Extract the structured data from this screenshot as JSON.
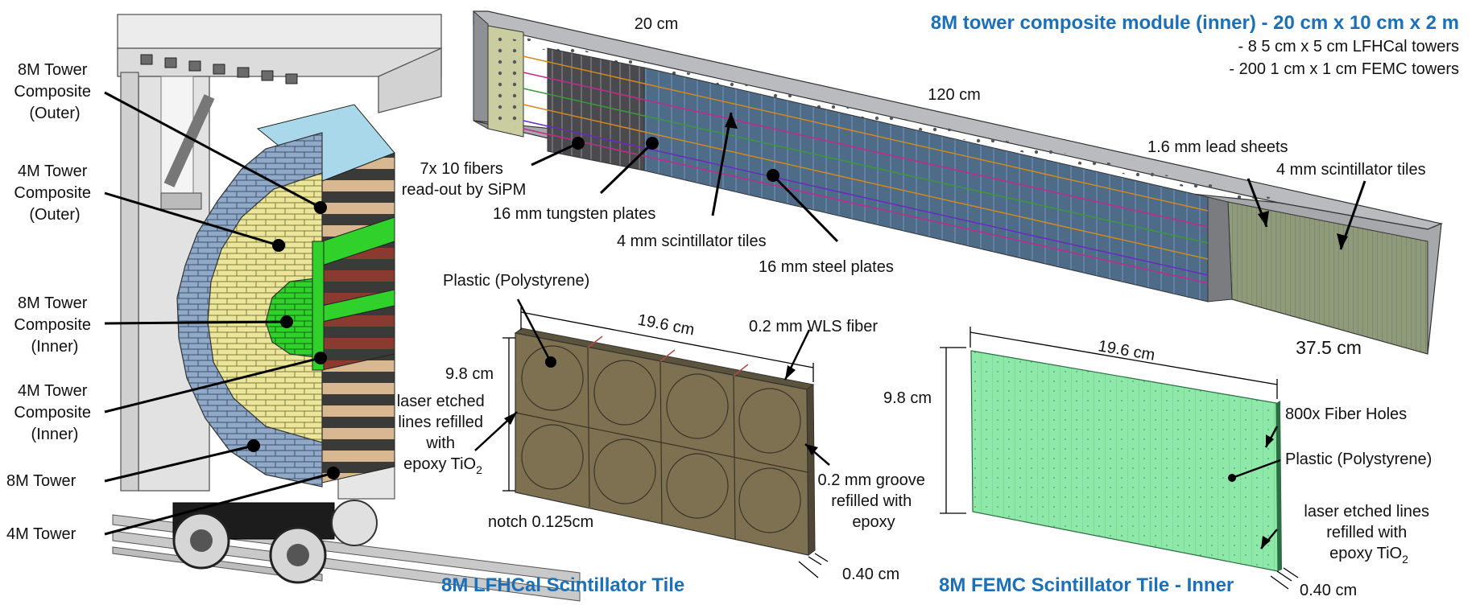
{
  "detector": {
    "label_8m_outer": [
      "8M Tower",
      "Composite",
      "(Outer)"
    ],
    "label_4m_outer": [
      "4M Tower",
      "Composite",
      "(Outer)"
    ],
    "label_8m_inner": [
      "8M Tower",
      "Composite",
      "(Inner)"
    ],
    "label_4m_inner": [
      "4M Tower",
      "Composite",
      "(Inner)"
    ],
    "label_8m_tower": "8M Tower",
    "label_4m_tower": "4M Tower",
    "colors": {
      "blue_tower": "#8fa9c7",
      "yellow_tower": "#ece69a",
      "green_tower": "#2fd12a",
      "red_tower": "#8a3a2e",
      "dark_tower": "#3a3a38",
      "tan_tower": "#d8b890",
      "frame": "#e4e4e4"
    }
  },
  "module": {
    "title": "8M tower composite module (inner) - 20 cm x 10 cm x 2 m",
    "line1": "- 8 5 cm x 5 cm LFHCal towers",
    "line2": "- 200 1 cm x 1 cm FEMC towers",
    "width_label": "20 cm",
    "length_label": "120 cm",
    "end_length_label": "37.5 cm",
    "fibers_label": [
      "7x 10 fibers",
      "read-out by SiPM"
    ],
    "tungsten_label": "16 mm tungsten plates",
    "scint_label": "4 mm scintillator tiles",
    "steel_label": "16 mm steel plates",
    "lead_label": "1.6 mm lead sheets",
    "scint_end_label": "4 mm scintillator tiles",
    "colors": {
      "body": "#a7a9ad",
      "blue_section": "#4e6b88",
      "green_section": "#8e9a7a"
    }
  },
  "lfhcal_tile": {
    "caption": "8M LFHCal Scintillator Tile",
    "material_label": "Plastic (Polystyrene)",
    "width_label": "19.6 cm",
    "height_label": "9.8 cm",
    "fiber_label": "0.2 mm WLS fiber",
    "etched_label": [
      "laser etched",
      "lines refilled",
      "with",
      "epoxy TiO"
    ],
    "etched_sub": "2",
    "groove_label": [
      "0.2 mm groove",
      "refilled with",
      "epoxy"
    ],
    "notch_label": "notch 0.125cm",
    "thickness_label": "0.40 cm",
    "colors": {
      "face": "#7d7152"
    }
  },
  "femc_tile": {
    "caption": "8M FEMC Scintillator Tile - Inner",
    "width_label": "19.6 cm",
    "height_label": "9.8 cm",
    "holes_label": "800x Fiber Holes",
    "material_label": "Plastic (Polystyrene)",
    "etched_label": [
      "laser etched lines",
      "refilled with",
      "epoxy TiO"
    ],
    "etched_sub": "2",
    "thickness_label": "0.40 cm",
    "colors": {
      "face": "#8ee8a8"
    }
  }
}
